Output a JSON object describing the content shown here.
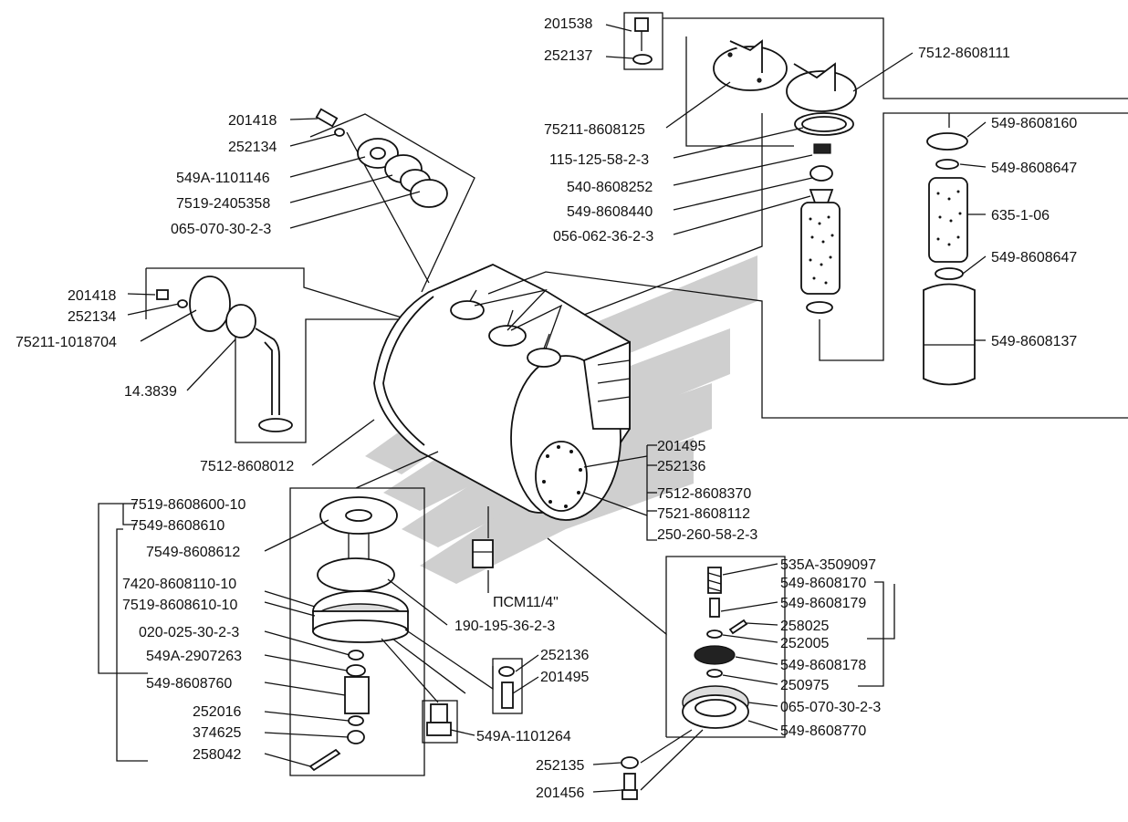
{
  "labels": {
    "l201538": "201538",
    "l252137": "252137",
    "l75211_8608125": "75211-8608125",
    "l7512_8608111": "7512-8608111",
    "l115_125": "115-125-58-2-3",
    "l540_8608252": "540-8608252",
    "l549_8608440": "549-8608440",
    "l056_062": "056-062-36-2-3",
    "l549_8608160": "549-8608160",
    "l549_8608647a": "549-8608647",
    "l635_1_06": "635-1-06",
    "l549_8608647b": "549-8608647",
    "l549_8608137": "549-8608137",
    "l201418a": "201418",
    "l252134a": "252134",
    "l549A_1101146": "549A-1101146",
    "l7519_2405358": "7519-2405358",
    "l065_070a": "065-070-30-2-3",
    "l201418b": "201418",
    "l252134b": "252134",
    "l75211_1018704": "75211-1018704",
    "l14_3839": "14.3839",
    "l7512_8608012": "7512-8608012",
    "l201495a": "201495",
    "l252136a": "252136",
    "l7512_8608370": "7512-8608370",
    "l7521_8608112": "7521-8608112",
    "l250_260": "250-260-58-2-3",
    "l7519_8608600": "7519-8608600-10",
    "l7549_8608610": "7549-8608610",
    "l7549_8608612": "7549-8608612",
    "l7420_8608110": "7420-8608110-10",
    "l7519_8608610": "7519-8608610-10",
    "l020_025": "020-025-30-2-3",
    "l549A_2907263": "549A-2907263",
    "l549_8608760": "549-8608760",
    "l252016": "252016",
    "l374625": "374625",
    "l258042": "258042",
    "l190_195": "190-195-36-2-3",
    "lPSM": "ПСМ11/4\"",
    "l252136b": "252136",
    "l201495b": "201495",
    "l549A_1101264": "549A-1101264",
    "l535A_3509097": "535A-3509097",
    "l549_8608170": "549-8608170",
    "l549_8608179": "549-8608179",
    "l258025": "258025",
    "l252005": "252005",
    "l549_8608178": "549-8608178",
    "l250975": "250975",
    "l065_070b": "065-070-30-2-3",
    "l549_8608770": "549-8608770",
    "l252135": "252135",
    "l201456": "201456"
  }
}
